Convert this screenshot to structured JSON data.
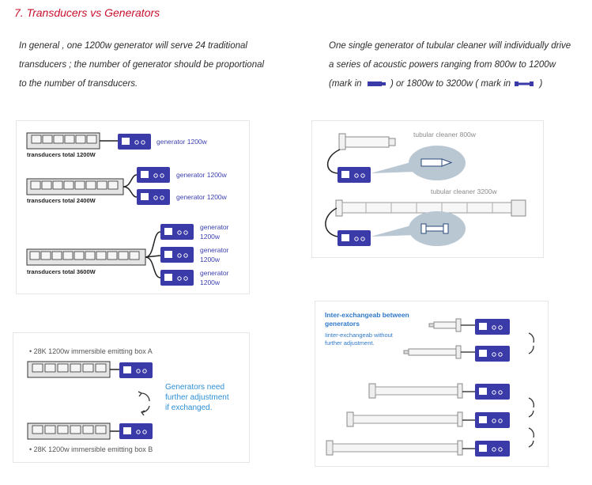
{
  "heading": "7. Transducers vs Generators",
  "left_paragraph": {
    "line1": "In general , one 1200w generator will serve 24 traditional",
    "line2": "transducers ; the number of generator should be proportional",
    "line3": "to the number of transducers."
  },
  "right_paragraph": {
    "line1": "One single generator of tubular cleaner will individually drive",
    "line2": "a series of acoustic powers ranging from 800w to 1200w",
    "line3_a": "(mark in",
    "line3_b": ") or 1800w to 3200w ( mark in",
    "line3_c": ")"
  },
  "panel1": {
    "row1": {
      "label": "transducers total 1200W",
      "generator": "generator 1200w"
    },
    "row2": {
      "label": "transducers total 2400W",
      "generator_a": "generator 1200w",
      "generator_b": "generator 1200w"
    },
    "row3": {
      "label": "transducers total 3600W",
      "gen_line1": "generator",
      "gen_line2": "1200w"
    }
  },
  "panel2": {
    "label_800": "tubular cleaner 800w",
    "label_3200": "tubular cleaner 3200w"
  },
  "panel3": {
    "box_a": "• 28K 1200w immersible emitting box A",
    "box_b": "• 28K 1200w immersible emitting box B",
    "note_line1": "Generators need",
    "note_line2": "further adjustment",
    "note_line3": "if exchanged."
  },
  "panel4": {
    "title_line1": "Inter-exchangeab  between",
    "title_line2": "generators",
    "sub_line1": "Iinter-exchangeab  without",
    "sub_line2": "further adjustment."
  },
  "colors": {
    "generator_blue": "#3a3aa8",
    "heading_red": "#c8102e",
    "note_blue": "#2e8fd6",
    "bubble_gray": "#b9c7d3"
  }
}
